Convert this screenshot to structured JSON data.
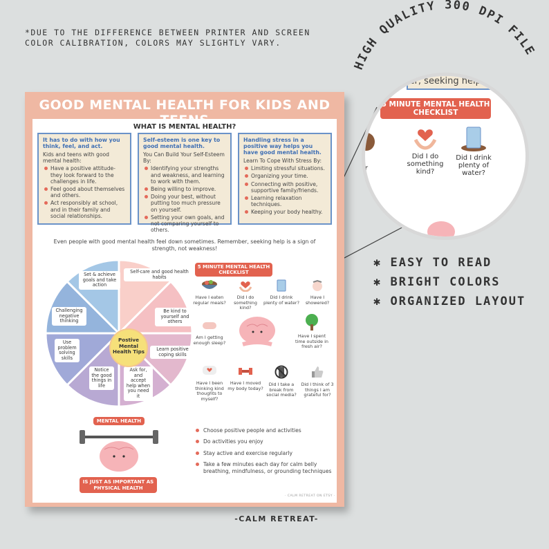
{
  "disclaimer": [
    "*DUE TO THE DIFFERENCE BETWEEN PRINTER AND SCREEN",
    "COLOR CALIBRATION, COLORS MAY SLIGHTLY VARY."
  ],
  "arc_text": "HIGH QUALITY 300 DPI FILE",
  "features": [
    "✱ EASY TO READ",
    "✱ BRIGHT COLORS",
    "✱ ORGANIZED LAYOUT"
  ],
  "brand": "-CALM RETREAT-",
  "poster": {
    "title": "GOOD MENTAL HEALTH FOR KIDS AND TEENS",
    "subtitle": "WHAT IS MENTAL HEALTH?",
    "boxes": [
      {
        "heading": "It has to do with how you think, feel, and act.",
        "intro": "Kids and teens with good mental health:",
        "items": [
          "Have a positive attitude- they look forward to the challenges in life.",
          "Feel good about themselves and others.",
          "Act responsibly at school, and in their family and social relationships."
        ]
      },
      {
        "heading": "Self-esteem is one key to good mental health.",
        "intro": "You Can Build Your Self-Esteem By:",
        "items": [
          "Identifying your strengths and weakness, and learning to work with them.",
          "Being willing to improve.",
          "Doing your best, without putting too much pressure on yourself.",
          "Setting your own goals, and not comparing yourself to others."
        ]
      },
      {
        "heading": "Handling stress in a positive way helps you have good mental health.",
        "intro": "Learn To Cope With Stress By:",
        "items": [
          "Limiting stressful situations.",
          "Organizing your time.",
          "Connecting with positive, supportive family/friends.",
          "Learning relaxation techniques.",
          "Keeping your body healthy."
        ]
      }
    ],
    "note": "Even people with good mental health feel down sometimes. Remember, seeking help is a sign of strength, not weakness!",
    "wheel": {
      "center": "Postive Mental Health Tips",
      "segments": [
        "Self-care and good health habits",
        "Be kind to yourself and others",
        "Learn positive coping skills",
        "Ask for, and accept help when you need it",
        "Notice the good things in life",
        "Use problem solving skills",
        "Challenging negative thinking",
        "Set & achieve goals and take action"
      ],
      "colors": [
        "#f9cfc9",
        "#f5c0c3",
        "#e3b8cd",
        "#d4b0d1",
        "#b8a9d3",
        "#a0a9d8",
        "#94b4dc",
        "#a4c7e6"
      ]
    },
    "checklist": {
      "title": "5 MINUTE MENTAL HEALTH CHECKLIST",
      "items": [
        "Have I eaten regular meals?",
        "Did I do something kind?",
        "Did I drink plenty of water?",
        "Have I showered?",
        "Am I getting enough sleep?",
        "Have I spent time outside in fresh air?",
        "Have I been thinking kind thoughts to myself?",
        "Have I moved my body today?",
        "Did I take a break from social media?",
        "Did I think of 3 things I am grateful for?"
      ]
    },
    "mental_health": {
      "label": "MENTAL HEALTH",
      "sub": "IS JUST AS IMPORTANT AS PHYSICAL HEALTH"
    },
    "bullets": [
      "Choose positive people and activities",
      "Do activities you enjoy",
      "Stay active and exercise regularly",
      "Take a few minutes each day for calm belly breathing, mindfulness, or grounding techniques"
    ],
    "footer": "· CALM RETREAT ON ETSY ·"
  },
  "zoom": {
    "text": "emember, seeking help is a",
    "title": "5 MINUTE MENTAL HEALTH CHECKLIST",
    "items": [
      "Did I do something kind?",
      "Did I drink plenty of water?"
    ],
    "partial": "r"
  }
}
